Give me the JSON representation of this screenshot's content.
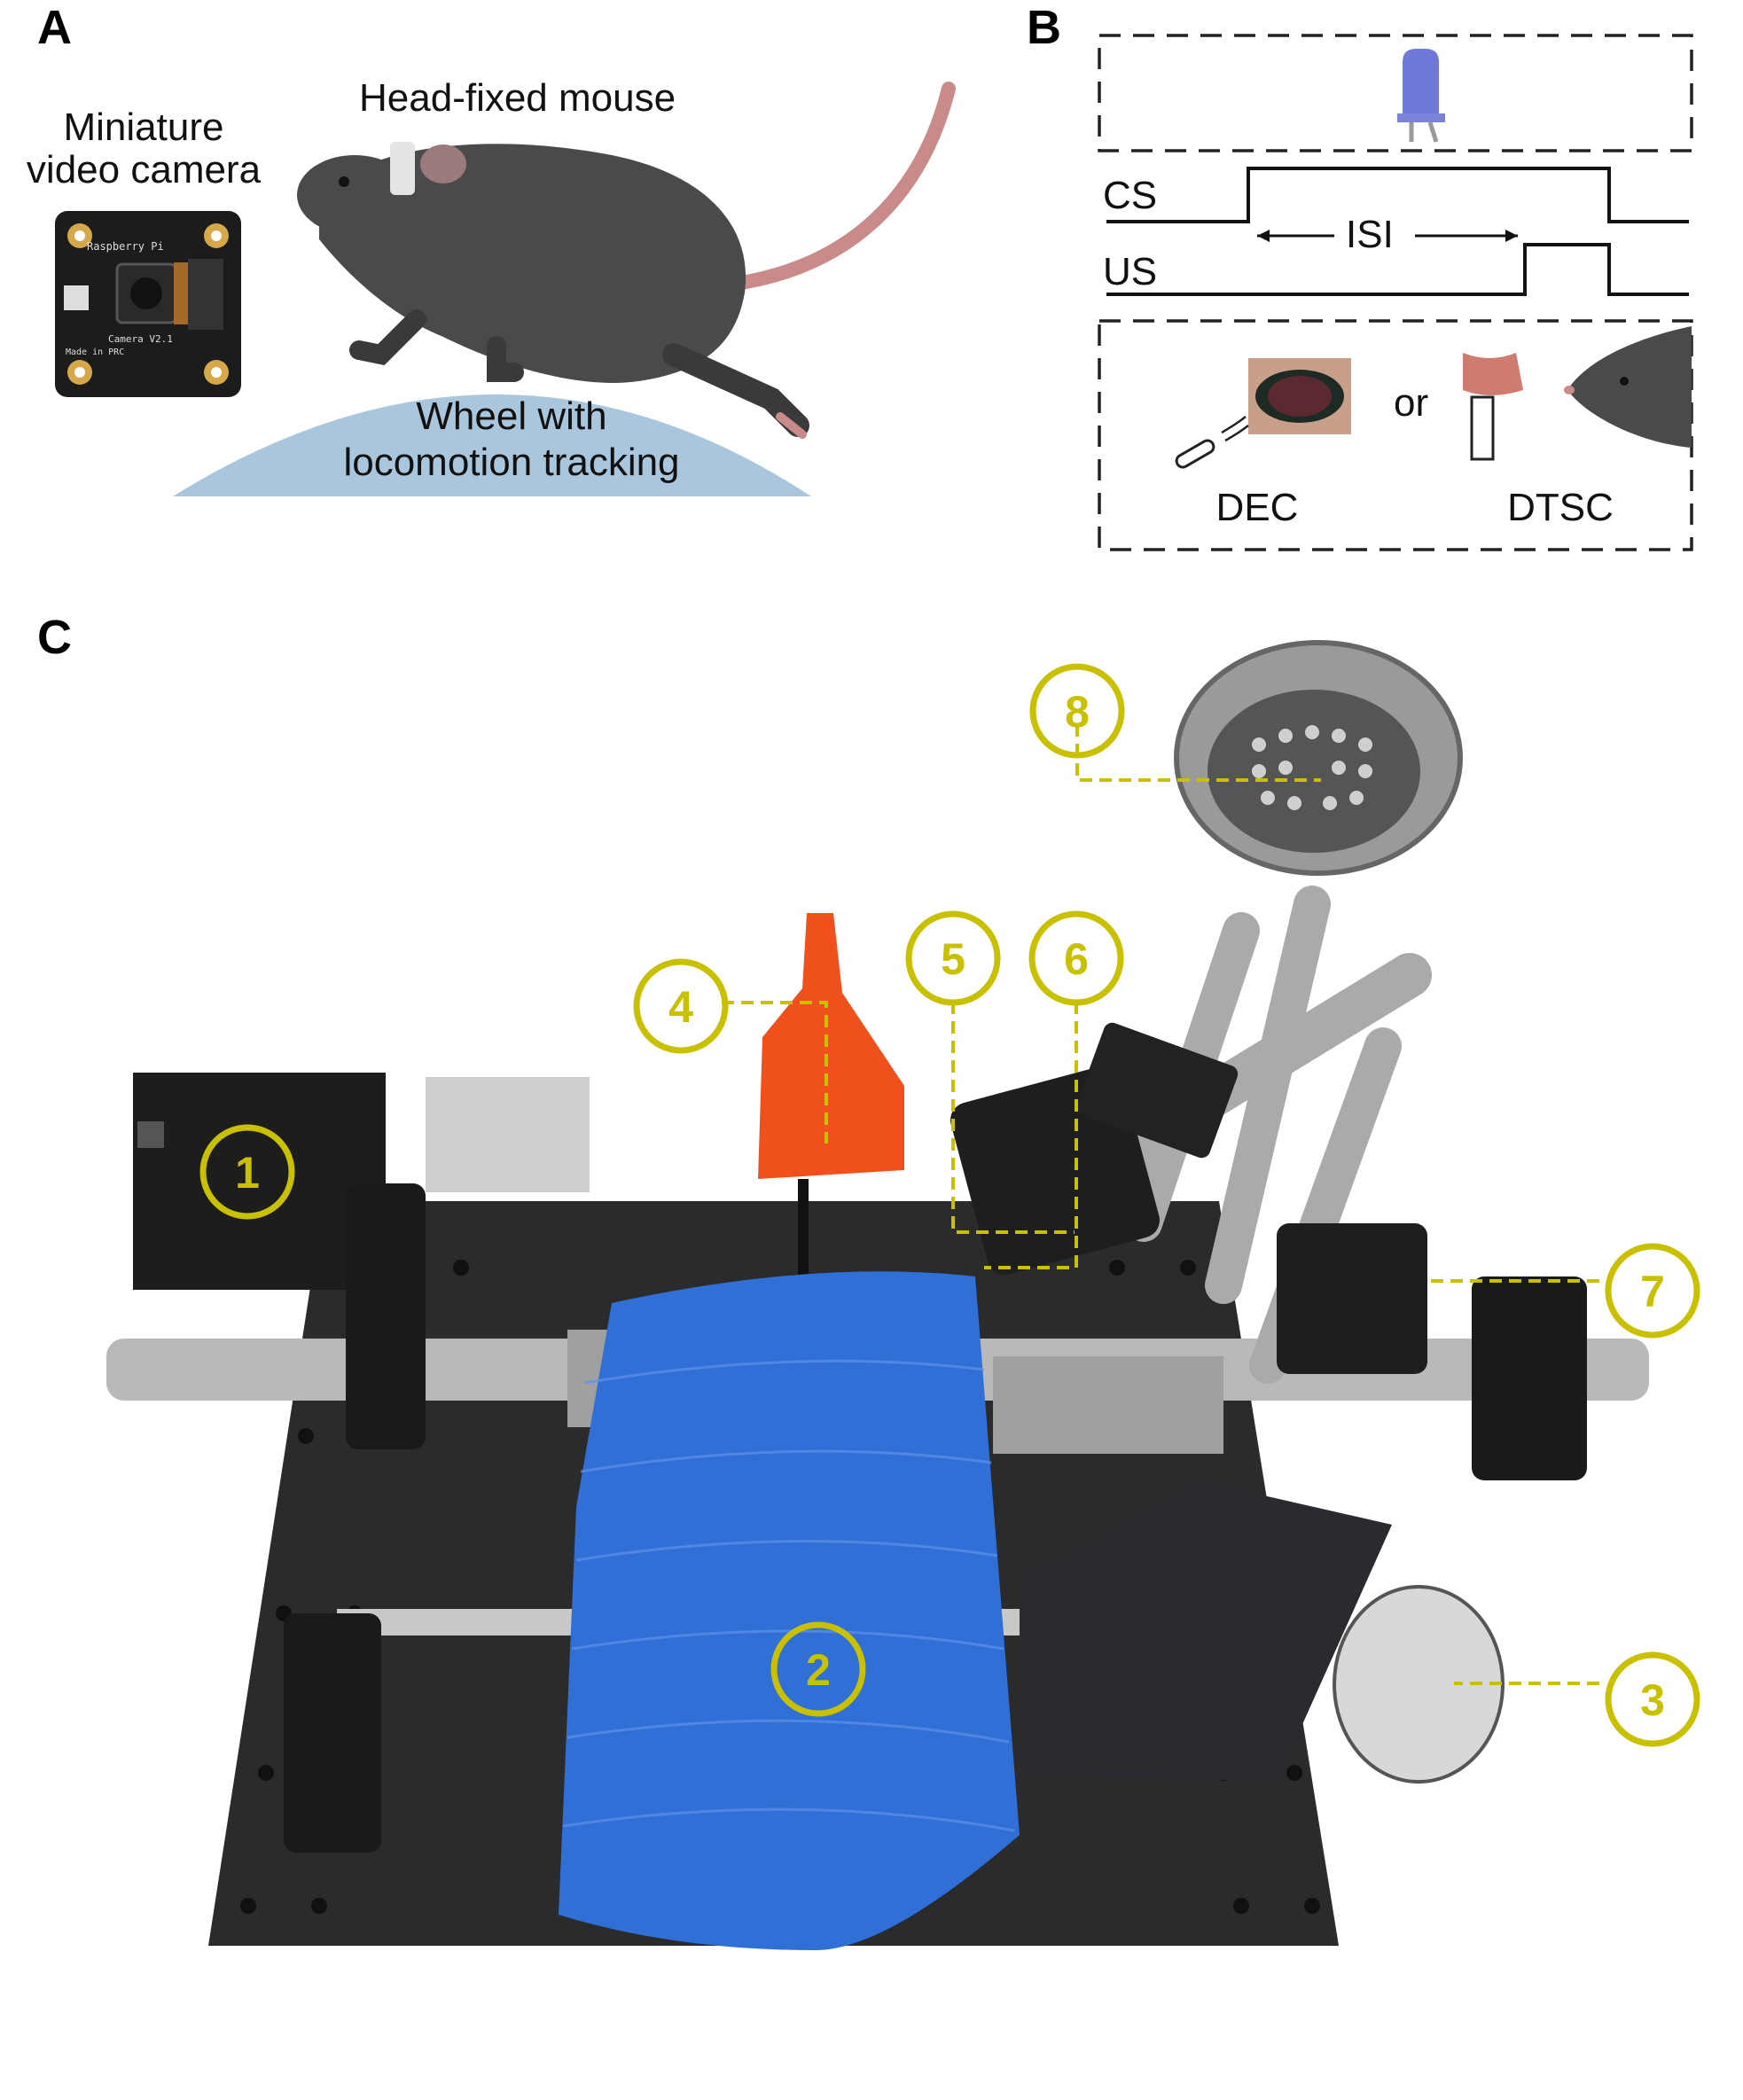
{
  "panels": {
    "a": {
      "letter": "A"
    },
    "b": {
      "letter": "B"
    },
    "c": {
      "letter": "C"
    }
  },
  "panel_a": {
    "camera_label": "Miniature\nvideo camera",
    "mouse_label": "Head-fixed mouse",
    "wheel_label": "Wheel with\nlocomotion tracking",
    "camera_board_text": {
      "brand": "Raspberry Pi",
      "model": "Camera V2.1",
      "made_in": "Made in PRC"
    }
  },
  "panel_b": {
    "cs_label": "CS",
    "us_label": "US",
    "isi_label": "ISI",
    "or_label": "or",
    "dec_label": "DEC",
    "dtsc_label": "DTSC"
  },
  "panel_c": {
    "callouts": [
      "1",
      "2",
      "3",
      "4",
      "5",
      "6",
      "7",
      "8"
    ],
    "callout_color": "#c8c000"
  },
  "colors": {
    "wheel_blue": "#2f6fd6",
    "mouse_gray": "#4a4a4a",
    "tail_pink": "#c98a8a",
    "led_blue": "#6f7ad8",
    "breadboard": "#2b2b2b",
    "flag_orange": "#f0501c",
    "wheel_arc": "#a9c6dd"
  }
}
